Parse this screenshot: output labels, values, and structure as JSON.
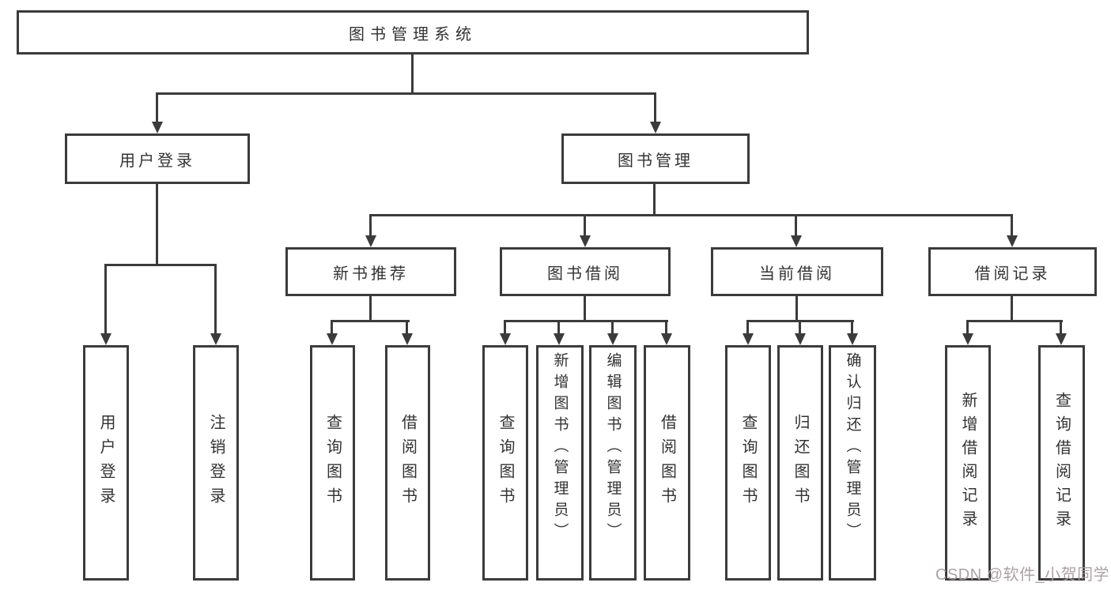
{
  "tree": {
    "root": "图书管理系统",
    "branches": [
      {
        "label": "用户登录",
        "children": [
          "用户登录",
          "注销登录"
        ]
      },
      {
        "label": "图书管理",
        "children": [
          {
            "label": "新书推荐",
            "children": [
              "查询图书",
              "借阅图书"
            ]
          },
          {
            "label": "图书借阅",
            "children": [
              "查询图书",
              "新增图书（管理员）",
              "编辑图书（管理员）",
              "借阅图书"
            ]
          },
          {
            "label": "当前借阅",
            "children": [
              "查询图书",
              "归还图书",
              "确认归还（管理员）"
            ]
          },
          {
            "label": "借阅记录",
            "children": [
              "新增借阅记录",
              "查询借阅记录"
            ]
          }
        ]
      }
    ]
  },
  "watermark": {
    "text": "CSDN @软件_小贺同学"
  },
  "colors": {
    "line": "#3b3b3b",
    "box_background": "#ffffff",
    "text": "#333333",
    "watermark_text": "#ab9b9e"
  }
}
